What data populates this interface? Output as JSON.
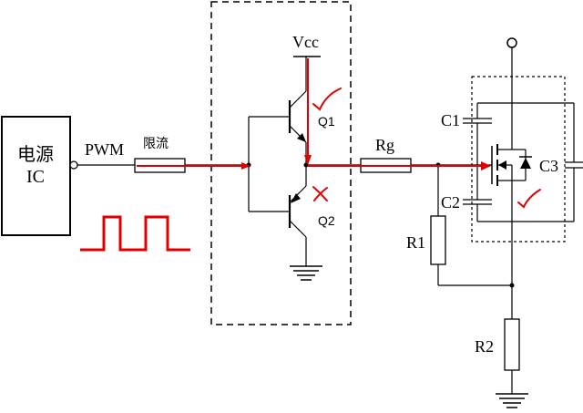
{
  "source_block": {
    "line1": "电源",
    "line2": "IC"
  },
  "labels": {
    "pwm": "PWM",
    "current_limit": "限流",
    "vcc": "Vcc",
    "q1": "Q1",
    "q2": "Q2",
    "rg": "Rg",
    "c1": "C1",
    "c2": "C2",
    "c3": "C3",
    "r1": "R1",
    "r2": "R2"
  },
  "annotations": {
    "q1_mark": "check",
    "q2_mark": "cross",
    "mosfet_mark": "check"
  },
  "colors": {
    "wire": "#000000",
    "signal_path": "#e00000",
    "annotation": "#e00000"
  }
}
